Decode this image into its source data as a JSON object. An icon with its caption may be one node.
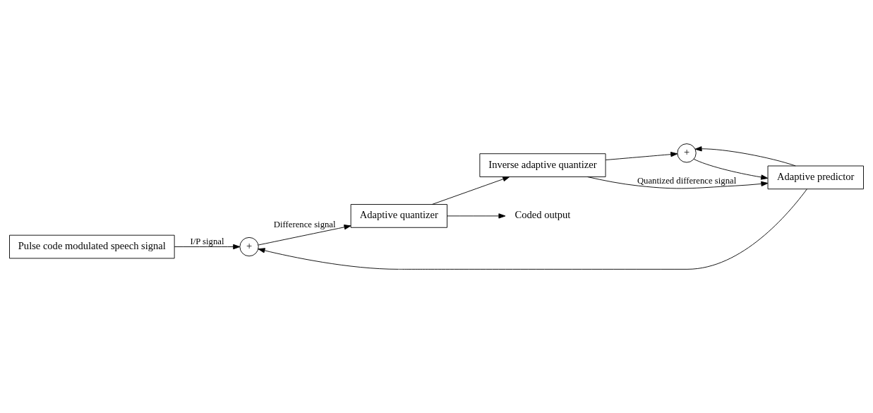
{
  "diagram": {
    "nodes": [
      {
        "text": [
          "Pulse code modulated speech signal"
        ]
      },
      {
        "text": [
          "+"
        ]
      },
      {
        "text": [
          "Adaptive quantizer"
        ]
      },
      {
        "text": [
          "Inverse adaptive quantizer"
        ]
      },
      {
        "text": [
          "+"
        ]
      },
      {
        "text": [
          "Adaptive predictor"
        ]
      },
      {
        "text": [
          "Coded output"
        ]
      }
    ],
    "edges": [
      {
        "from": 0,
        "to": 1,
        "arrow": "to",
        "label": "I/P signal"
      },
      {
        "from": 1,
        "to": 2,
        "arrow": "to",
        "label": "Difference signal"
      },
      {
        "from": 2,
        "to": 6,
        "arrow": "to"
      },
      {
        "from": 2,
        "to": 3,
        "arrow": "to"
      },
      {
        "from": 3,
        "to": 4,
        "arrow": "to"
      },
      {
        "from": 3,
        "to": 5,
        "arrow": "to",
        "label": "Quantized difference signal"
      },
      {
        "from": 4,
        "to": 5,
        "arrow": "to"
      },
      {
        "from": 5,
        "to": 1,
        "arrow": "to"
      },
      {
        "from": 5,
        "to": 4,
        "arrow": "to"
      }
    ]
  }
}
